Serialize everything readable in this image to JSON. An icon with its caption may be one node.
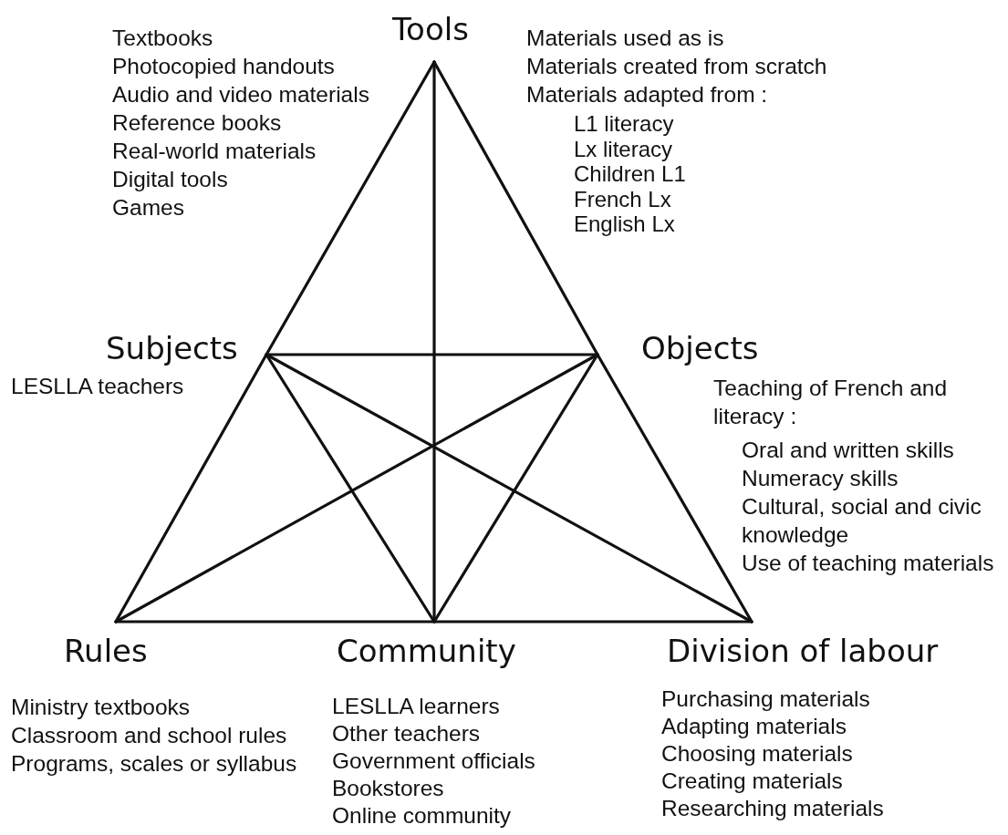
{
  "diagram": {
    "nodes": [
      {
        "text": [
          "Tools"
        ],
        "beside": [
          "Textbooks",
          "Photocopied handouts",
          "Audio and video materials",
          "Reference books",
          "Real-world materials",
          "Digital tools",
          "Games",
          "Materials used as is",
          "Materials created from scratch",
          "Materials adapted from :",
          "L1 literacy",
          "Lx literacy",
          "Children L1",
          "French Lx",
          "English Lx"
        ]
      },
      {
        "text": [
          "Subjects"
        ],
        "beside": [
          "LESLLA teachers"
        ]
      },
      {
        "text": [
          "Objects"
        ],
        "beside": [
          "Teaching of French and literacy :",
          "Oral and written skills",
          "Numeracy skills",
          "Cultural, social and civic knowledge",
          "Use of teaching materials"
        ]
      },
      {
        "text": [
          "Rules"
        ],
        "beside": [
          "Ministry textbooks",
          "Classroom and school rules",
          "Programs, scales or syllabus"
        ]
      },
      {
        "text": [
          "Community"
        ],
        "beside": [
          "LESLLA learners",
          "Other teachers",
          "Government officials",
          "Bookstores",
          "Online community"
        ]
      },
      {
        "text": [
          "Division of labour"
        ],
        "beside": [
          "Purchasing materials",
          "Adapting materials",
          "Choosing materials",
          "Creating materials",
          "Researching materials"
        ]
      }
    ],
    "edges": [
      {
        "from": 0,
        "to": 1,
        "arrow": "none"
      },
      {
        "from": 1,
        "to": 3,
        "arrow": "none"
      },
      {
        "from": 0,
        "to": 2,
        "arrow": "none"
      },
      {
        "from": 2,
        "to": 5,
        "arrow": "none"
      },
      {
        "from": 3,
        "to": 4,
        "arrow": "none"
      },
      {
        "from": 4,
        "to": 5,
        "arrow": "none"
      },
      {
        "from": 0,
        "to": 4,
        "arrow": "none"
      },
      {
        "from": 1,
        "to": 2,
        "arrow": "none"
      },
      {
        "from": 1,
        "to": 4,
        "arrow": "none"
      },
      {
        "from": 2,
        "to": 4,
        "arrow": "none"
      },
      {
        "from": 1,
        "to": 5,
        "arrow": "none"
      },
      {
        "from": 2,
        "to": 3,
        "arrow": "none"
      }
    ]
  }
}
